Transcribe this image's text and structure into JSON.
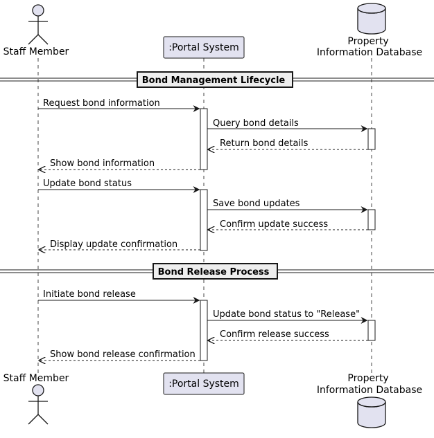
{
  "participants": {
    "staff": {
      "label": "Staff Member",
      "type": "actor"
    },
    "portal": {
      "label": ":Portal System",
      "type": "participant"
    },
    "db": {
      "line1": "Property",
      "line2": "Information Database",
      "type": "database"
    }
  },
  "colors": {
    "participant_fill": "#e2e2f0",
    "stroke": "#181818",
    "lifeline": "#181818",
    "separator_fill": "#eeeeee"
  },
  "separators": [
    {
      "label": "Bond Management Lifecycle"
    },
    {
      "label": "Bond Release Process"
    }
  ],
  "messages": [
    {
      "from": "staff",
      "to": "portal",
      "label": "Request bond information",
      "style": "solid"
    },
    {
      "from": "portal",
      "to": "db",
      "label": "Query bond details",
      "style": "solid"
    },
    {
      "from": "db",
      "to": "portal",
      "label": "Return bond details",
      "style": "dashed"
    },
    {
      "from": "portal",
      "to": "staff",
      "label": "Show bond information",
      "style": "dashed"
    },
    {
      "from": "staff",
      "to": "portal",
      "label": "Update bond status",
      "style": "solid"
    },
    {
      "from": "portal",
      "to": "db",
      "label": "Save bond updates",
      "style": "solid"
    },
    {
      "from": "db",
      "to": "portal",
      "label": "Confirm update success",
      "style": "dashed"
    },
    {
      "from": "portal",
      "to": "staff",
      "label": "Display update confirmation",
      "style": "dashed"
    },
    {
      "from": "staff",
      "to": "portal",
      "label": "Initiate bond release",
      "style": "solid"
    },
    {
      "from": "portal",
      "to": "db",
      "label": "Update bond status to \"Release\"",
      "style": "solid"
    },
    {
      "from": "db",
      "to": "portal",
      "label": "Confirm release success",
      "style": "dashed"
    },
    {
      "from": "portal",
      "to": "staff",
      "label": "Show bond release confirmation",
      "style": "dashed"
    }
  ]
}
